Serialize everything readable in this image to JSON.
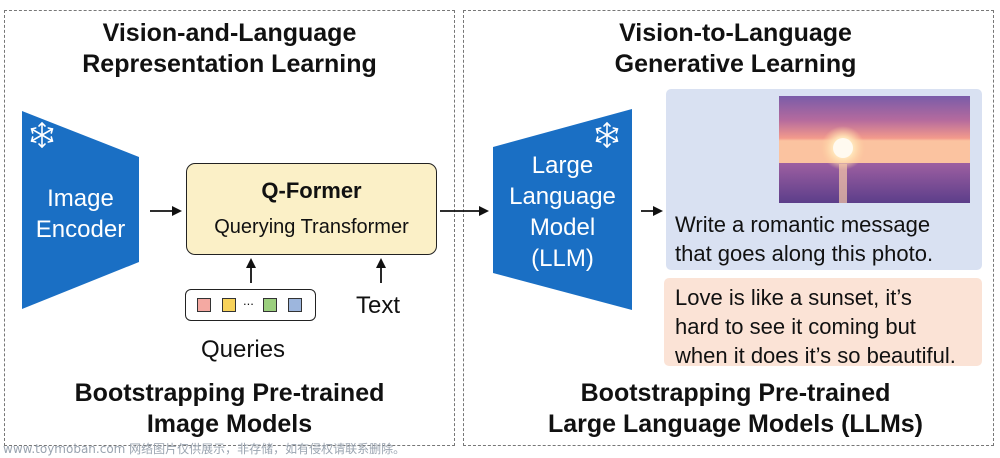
{
  "left_panel": {
    "title_lines": [
      "Vision-and-Language",
      "Representation Learning"
    ],
    "image_encoder_lines": [
      "Image",
      "Encoder"
    ],
    "qformer_name": "Q-Former",
    "qformer_sub": "Querying Transformer",
    "text_label": "Text",
    "queries_label": "Queries",
    "queries_ellipsis": "...",
    "query_colors": [
      "#f4a9a2",
      "#f7d25a",
      "#9bcf7e",
      "#9db6dd"
    ],
    "bottom_lines": [
      "Bootstrapping Pre-trained",
      "Image Models"
    ]
  },
  "right_panel": {
    "title_lines": [
      "Vision-to-Language",
      "Generative Learning"
    ],
    "llm_lines": [
      "Large",
      "Language",
      "Model",
      "(LLM)"
    ],
    "prompt_lines": [
      "Write a romantic message",
      "that goes along this photo."
    ],
    "reply_lines": [
      "Love is like a sunset, it’s",
      "hard to see it coming but",
      "when it does it’s so beautiful."
    ],
    "bottom_lines": [
      "Bootstrapping Pre-trained",
      "Large Language Models (LLMs)"
    ]
  },
  "colors": {
    "encoder_blue": "#1a6fc4",
    "qformer_fill": "#fbf0c7",
    "prompt_fill": "#d9e1f2",
    "reply_fill": "#fbe3d6"
  },
  "icons": [
    "snowflake-icon",
    "sunset-photo"
  ],
  "watermark": "www.toymoban.com 网络图片仅供展示，非存储，如有侵权请联系删除。"
}
